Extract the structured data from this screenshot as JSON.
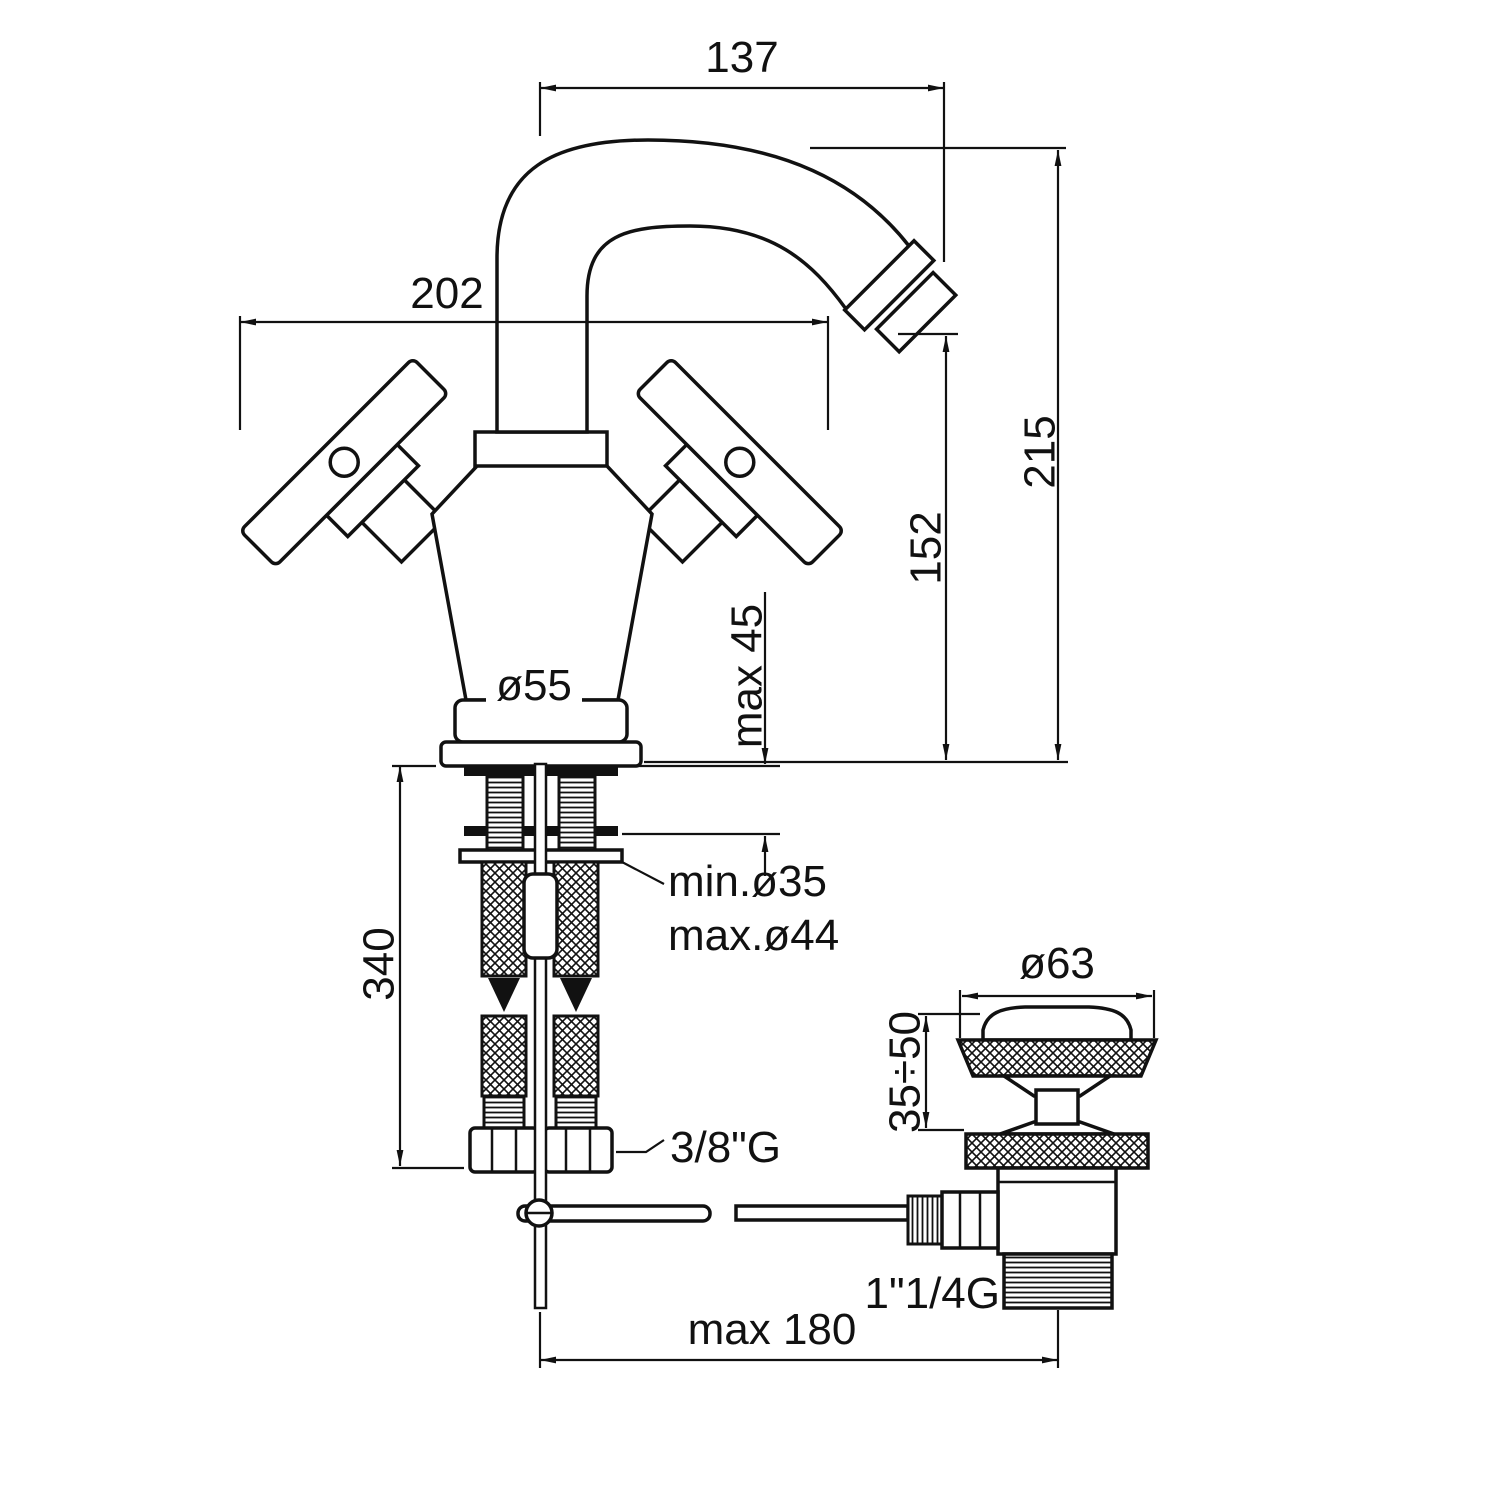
{
  "dims": {
    "spout_reach": "137",
    "overall_width": "202",
    "overall_height": "215",
    "outlet_height": "152",
    "deck_thickness": "max 45",
    "base_diameter": "ø55",
    "hole_min": "min.ø35",
    "hole_max": "max.ø44",
    "supply_length": "340",
    "supply_thread": "3/8\"G",
    "waste_diameter": "ø63",
    "waste_deck_range": "35÷50",
    "waste_thread": "1\"1/4G",
    "rod_max_reach": "max 180"
  },
  "colors": {
    "line": "#111111",
    "background": "#ffffff"
  }
}
